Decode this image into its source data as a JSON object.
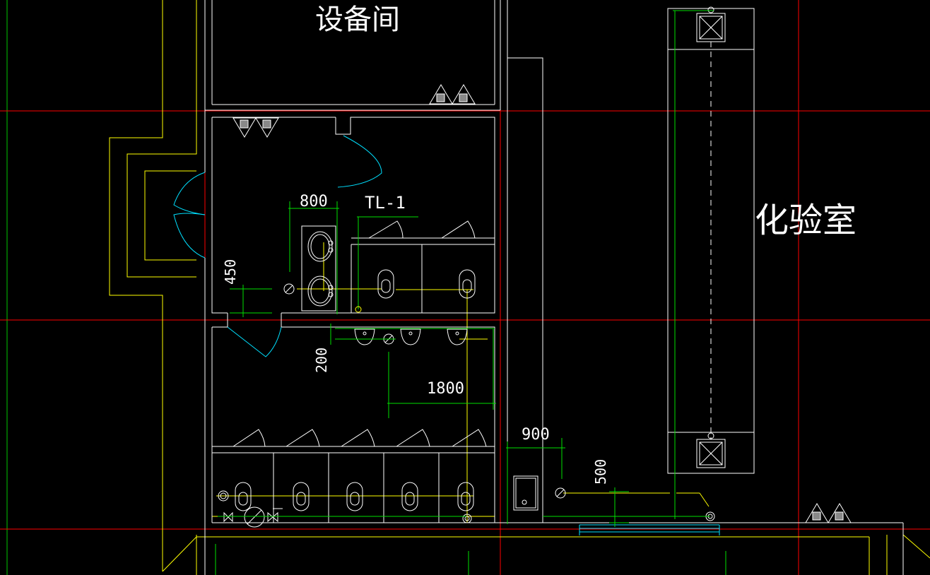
{
  "rooms": {
    "equipment": "设备间",
    "lab": "化验室"
  },
  "labels": {
    "pipe_tag": "TL-1"
  },
  "dimensions": {
    "d800": "800",
    "d450": "450",
    "d200": "200",
    "d1800": "1800",
    "d900": "900",
    "d500": "500"
  },
  "colors": {
    "background": "#000000",
    "wall": "#ffffff",
    "grid_axis": "#ff0000",
    "pipe": "#ffff00",
    "dimension": "#00ff00",
    "door_swing": "#00ffff"
  }
}
